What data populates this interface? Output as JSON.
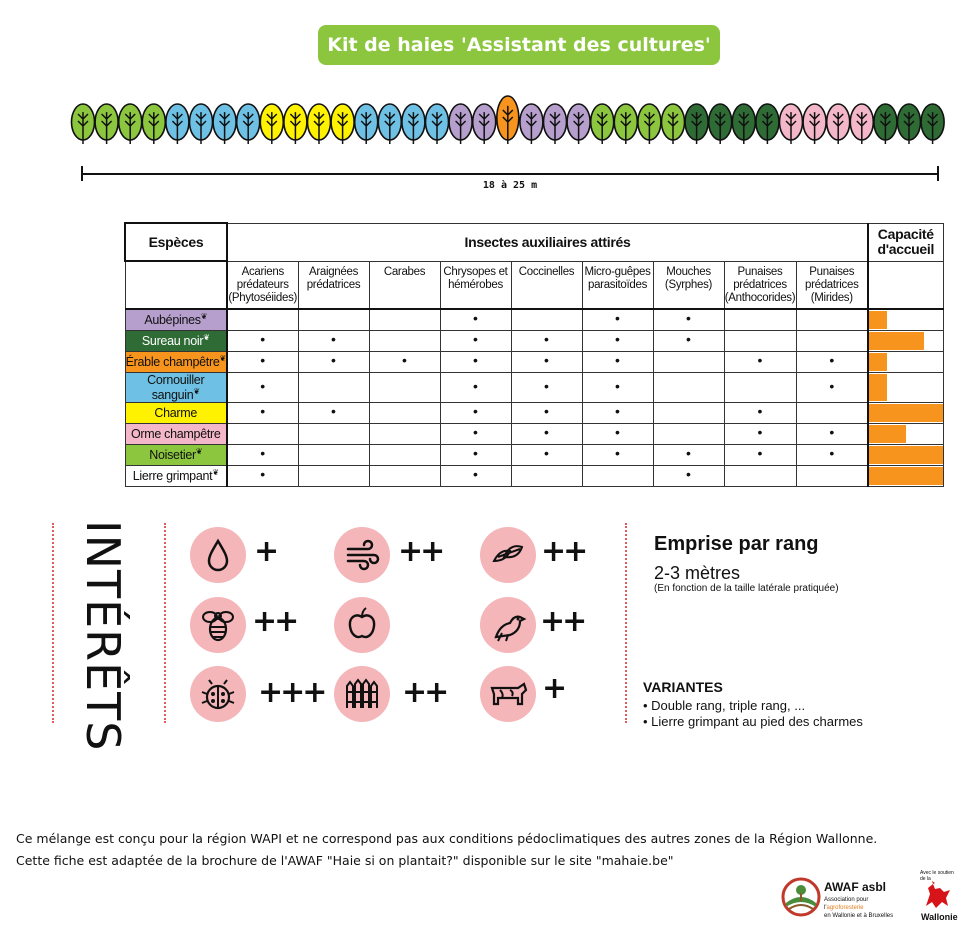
{
  "title": "Kit de haies 'Assistant des cultures'",
  "hedge": {
    "trees": [
      "green",
      "green",
      "green",
      "green",
      "blue",
      "blue",
      "blue",
      "blue",
      "yellow",
      "yellow",
      "yellow",
      "yellow",
      "blue",
      "blue",
      "blue",
      "blue",
      "purple",
      "purple",
      "orange",
      "purple",
      "purple",
      "purple",
      "green",
      "green",
      "green",
      "green",
      "darkgreen",
      "darkgreen",
      "darkgreen",
      "darkgreen",
      "pink",
      "pink",
      "pink",
      "pink",
      "darkgreen",
      "darkgreen",
      "darkgreen"
    ],
    "length_label": "18 à 25 m",
    "colors": {
      "green": "#8cc63f",
      "blue": "#6ec1e4",
      "yellow": "#fff200",
      "purple": "#b69fcd",
      "orange": "#f7941d",
      "darkgreen": "#2e6b35",
      "pink": "#f4b6c9"
    }
  },
  "table": {
    "col_species": "Espèces",
    "col_insects": "Insectes auxiliaires attirés",
    "col_capacity": "Capacité d'accueil",
    "insects": [
      {
        "line1": "Acariens",
        "line2": "prédateurs",
        "line3": "(Phytoséiides)"
      },
      {
        "line1": "Araignées",
        "line2": "prédatrices",
        "line3": ""
      },
      {
        "line1": "Carabes",
        "line2": "",
        "line3": ""
      },
      {
        "line1": "Chrysopes et",
        "line2": "hémérobes",
        "line3": ""
      },
      {
        "line1": "Coccinelles",
        "line2": "",
        "line3": ""
      },
      {
        "line1": "Micro-guêpes",
        "line2": "parasitoïdes",
        "line3": ""
      },
      {
        "line1": "Mouches",
        "line2": "(Syrphes)",
        "line3": ""
      },
      {
        "line1": "Punaises",
        "line2": "prédatrices",
        "line3": "(Anthocorides)"
      },
      {
        "line1": "Punaises",
        "line2": "prédatrices",
        "line3": "(Mirides)"
      }
    ],
    "species": [
      {
        "name": "Aubépines",
        "mark": "❦",
        "bg": "#b69fcd",
        "fg": "#111111",
        "dots": [
          0,
          0,
          0,
          1,
          0,
          1,
          1,
          0,
          0
        ],
        "capacity": 0.25
      },
      {
        "name": "Sureau noir",
        "mark": "❦",
        "bg": "#2e6b35",
        "fg": "#ffffff",
        "dots": [
          1,
          1,
          0,
          1,
          1,
          1,
          1,
          0,
          0
        ],
        "capacity": 0.75
      },
      {
        "name": "Érable champêtre",
        "mark": "❦",
        "bg": "#f7941d",
        "fg": "#111111",
        "dots": [
          1,
          1,
          1,
          1,
          1,
          1,
          0,
          1,
          1
        ],
        "capacity": 0.25
      },
      {
        "name": "Cornouiller sanguin",
        "mark": "❦",
        "bg": "#6ec1e4",
        "fg": "#111111",
        "dots": [
          1,
          0,
          0,
          1,
          1,
          1,
          0,
          0,
          1
        ],
        "capacity": 0.25
      },
      {
        "name": "Charme",
        "mark": "",
        "bg": "#fff200",
        "fg": "#111111",
        "dots": [
          1,
          1,
          0,
          1,
          1,
          1,
          0,
          1,
          0
        ],
        "capacity": 1.0
      },
      {
        "name": "Orme champêtre",
        "mark": "",
        "bg": "#f4b6c9",
        "fg": "#111111",
        "dots": [
          0,
          0,
          0,
          1,
          1,
          1,
          0,
          1,
          1
        ],
        "capacity": 0.5
      },
      {
        "name": "Noisetier",
        "mark": "❦",
        "bg": "#8cc63f",
        "fg": "#111111",
        "dots": [
          1,
          0,
          0,
          1,
          1,
          1,
          1,
          1,
          1
        ],
        "capacity": 1.0
      },
      {
        "name": "Lierre grimpant",
        "mark": "❦",
        "bg": "#ffffff",
        "fg": "#111111",
        "dots": [
          1,
          0,
          0,
          1,
          0,
          0,
          1,
          0,
          0
        ],
        "capacity": 1.0
      }
    ],
    "dot_symbol": "•",
    "capacity_color": "#f7941d"
  },
  "interets": {
    "heading": "INTÉRÊTS",
    "items": [
      {
        "icon": "water-drop-icon",
        "rating": "+"
      },
      {
        "icon": "wind-icon",
        "rating": "++"
      },
      {
        "icon": "leaves-icon",
        "rating": "++"
      },
      {
        "icon": "bee-icon",
        "rating": "++"
      },
      {
        "icon": "apple-icon",
        "rating": ""
      },
      {
        "icon": "bird-icon",
        "rating": "++"
      },
      {
        "icon": "ladybug-icon",
        "rating": "+++"
      },
      {
        "icon": "fence-icon",
        "rating": "++"
      },
      {
        "icon": "cow-icon",
        "rating": "+"
      }
    ]
  },
  "emprise": {
    "title": "Emprise par rang",
    "value": "2-3 mètres",
    "note": "(En fonction de la taille latérale pratiquée)"
  },
  "variantes": {
    "title": "VARIANTES",
    "items": [
      "• Double rang, triple rang, ...",
      "• Lierre grimpant au pied des charmes"
    ]
  },
  "footer": {
    "line1": "Ce mélange est conçu pour la région WAPI et ne correspond pas aux conditions pédoclimatiques des autres zones de la Région Wallonne.",
    "line2": "Cette fiche est adaptée de la brochure de l'AWAF \"Haie si on plantait?\" disponible sur le site \"mahaie.be\""
  },
  "logos": {
    "awaf_name": "AWAF asbl",
    "awaf_sub_a": "Association pour l'",
    "awaf_sub_b": "agroforesterie",
    "awaf_sub_c": "en Wallonie et à Bruxelles",
    "wallonie_support": "Avec le soutien de la",
    "wallonie_name": "Wallonie"
  }
}
